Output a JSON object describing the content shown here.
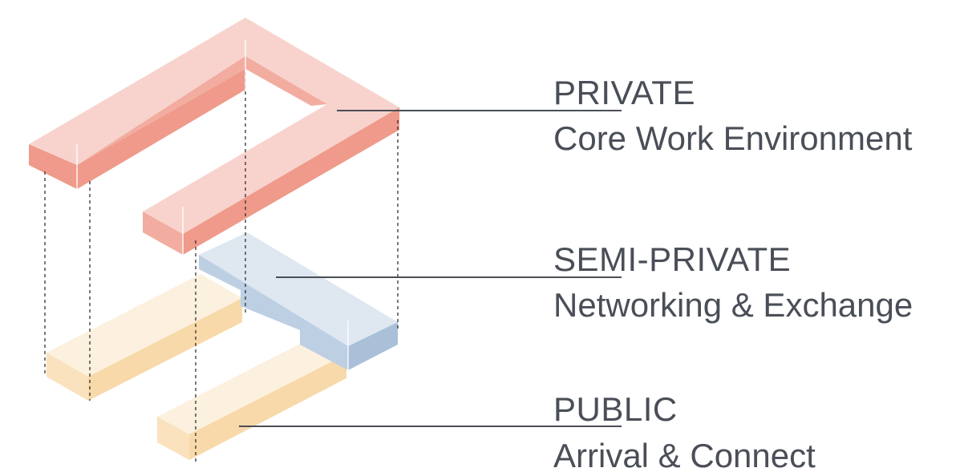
{
  "zones": [
    {
      "title": "PRIVATE",
      "subtitle": "Core Work Environment"
    },
    {
      "title": "SEMI-PRIVATE",
      "subtitle": "Networking & Exchange"
    },
    {
      "title": "PUBLIC",
      "subtitle": "Arrival & Connect"
    }
  ],
  "colors": {
    "text": "#4a4e57",
    "leader_line": "#4a4e57",
    "private_top": "#f8d3cd",
    "private_side": "#ef9a8a",
    "private_edge": "#f2ada0",
    "semi_top": "#dfe7f1",
    "semi_side": "#a9c0d8",
    "public_top": "#fcf0de",
    "public_side": "#f8d9aa",
    "guide": "#222222"
  }
}
